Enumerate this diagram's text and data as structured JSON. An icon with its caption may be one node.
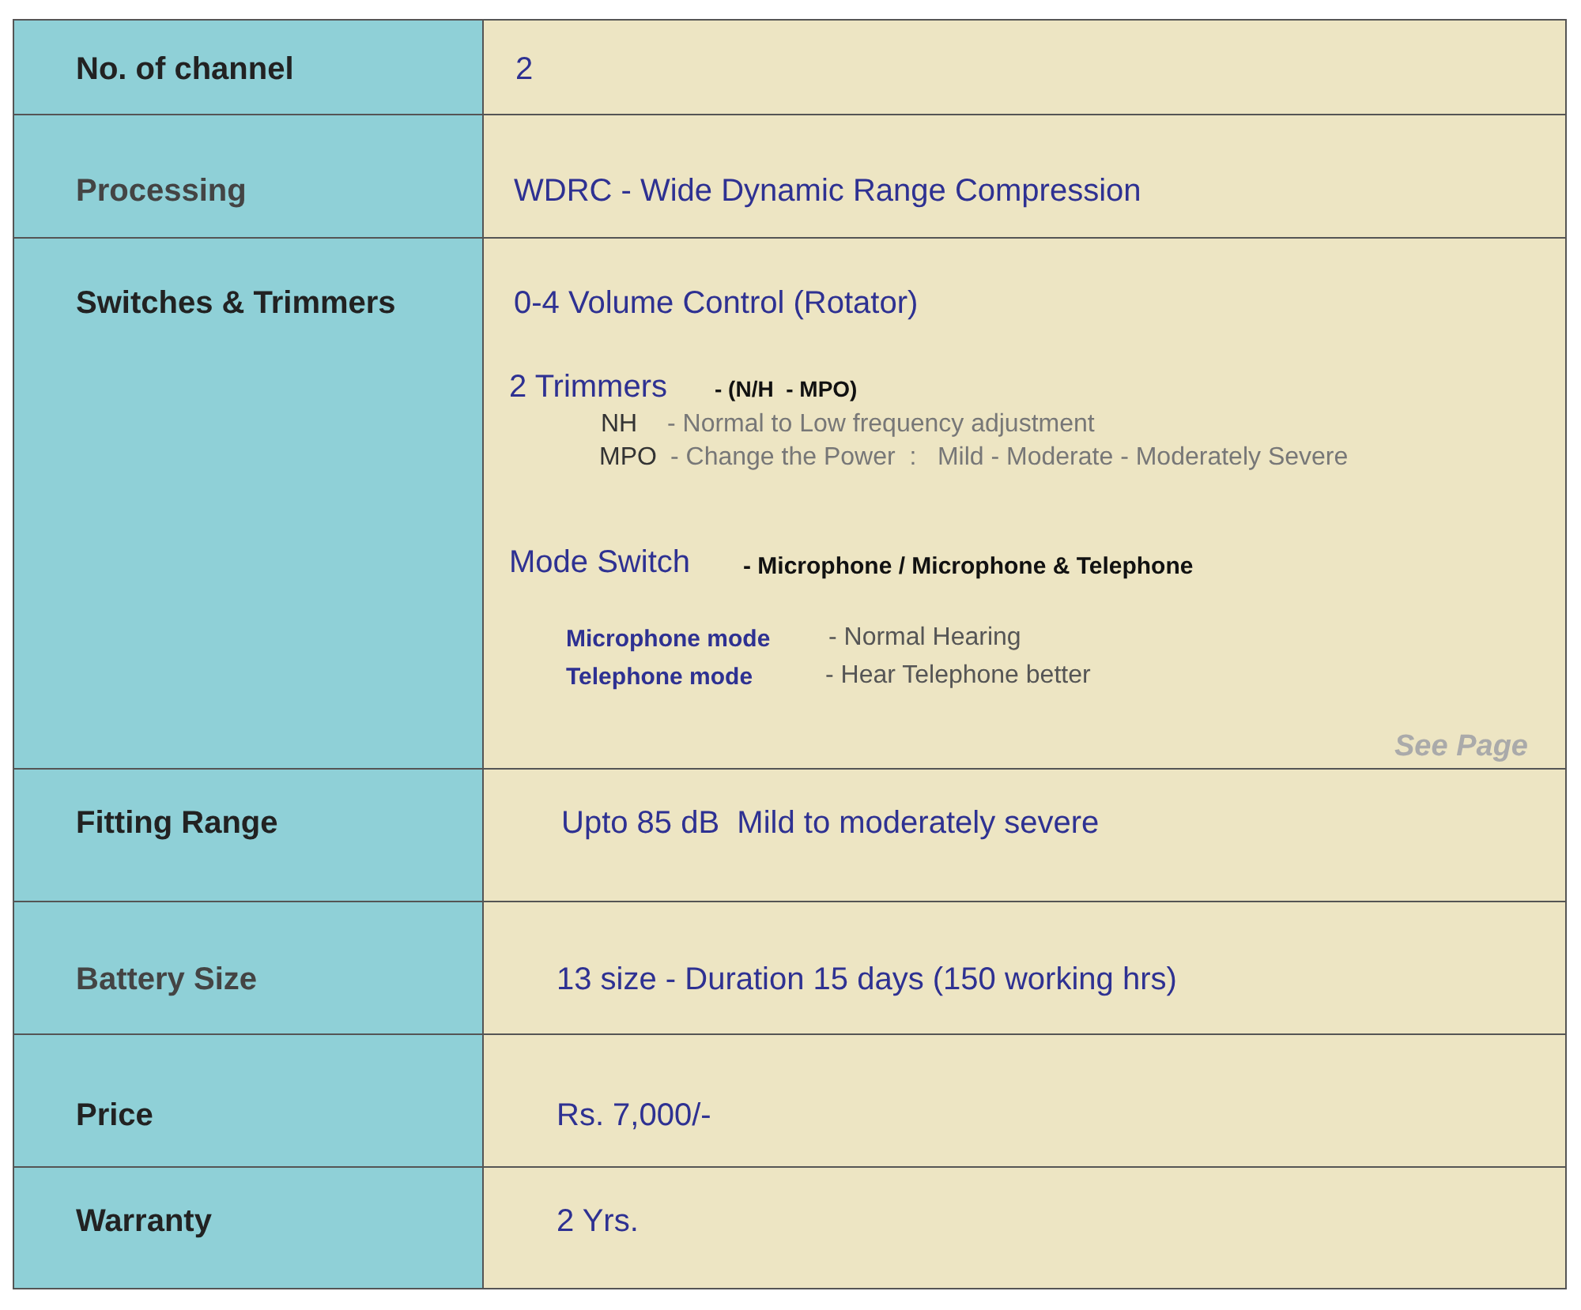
{
  "diagram": {
    "labels": [
      "No. of channel",
      "2",
      "Processing",
      "WDRC - Wide Dynamic Range Compression",
      "Switches & Trimmers",
      "0-4 Volume Control (Rotator)",
      "2 Trimmers",
      "- (N/H  - MPO)",
      "NH",
      "- Normal to Low frequency adjustment",
      "MPO",
      "- Change the Power  :   Mild - Moderate - Moderately Severe",
      "Mode Switch",
      "- Microphone / Microphone & Telephone",
      "Microphone mode",
      "- Normal Hearing",
      "Telephone mode",
      "- Hear Telephone better",
      "See Page",
      "Fitting Range",
      "Upto 85 dB  Mild to moderately severe",
      "Battery Size",
      "13 size - Duration 15 days (150 working hrs)",
      "Price",
      "Rs. 7,000/-",
      "Warranty",
      "2 Yrs."
    ]
  }
}
